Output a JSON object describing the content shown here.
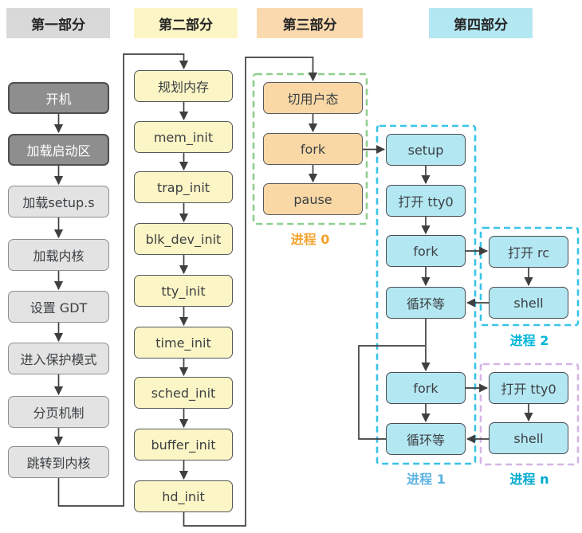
{
  "headers": [
    {
      "label": "第一部分"
    },
    {
      "label": "第二部分"
    },
    {
      "label": "第三部分"
    },
    {
      "label": "第四部分"
    }
  ],
  "part1": {
    "nodes": [
      "开机",
      "加载启动区",
      "加载setup.s",
      "加载内核",
      "设置 GDT",
      "进入保护模式",
      "分页机制",
      "跳转到内核"
    ]
  },
  "part2": {
    "nodes": [
      "规划内存",
      "mem_init",
      "trap_init",
      "blk_dev_init",
      "tty_init",
      "time_init",
      "sched_init",
      "buffer_init",
      "hd_init"
    ]
  },
  "process0": {
    "label": "进程 0",
    "nodes": [
      "切用户态",
      "fork",
      "pause"
    ]
  },
  "process1": {
    "label": "进程 1",
    "nodes": [
      "setup",
      "打开 tty0",
      "fork",
      "循环等",
      "fork",
      "循环等"
    ]
  },
  "process2": {
    "label": "进程 2",
    "nodes": [
      "打开 rc",
      "shell"
    ]
  },
  "processN": {
    "label": "进程 n",
    "nodes": [
      "打开 tty0",
      "shell"
    ]
  },
  "colors": {
    "header_gray": "#d9d9d9",
    "header_yellow": "#fcf5c6",
    "header_orange": "#fad9ae",
    "header_cyan": "#b3e7f2",
    "node_dark_gray": "#8e8e8e",
    "node_light_gray": "#e3e3e3",
    "node_yellow": "#fcf5c6",
    "node_orange": "#f9d8a6",
    "node_cyan": "#b3e7f2",
    "dash_green": "#8fce8f",
    "dash_blue": "#38c3e8",
    "dash_purple": "#d5b5e5",
    "label_process0": "#f2a32c",
    "label_process1": "#5db3e3",
    "label_process2": "#00b5d8",
    "label_processN": "#00a9ce",
    "line": "#3f3f3f"
  }
}
